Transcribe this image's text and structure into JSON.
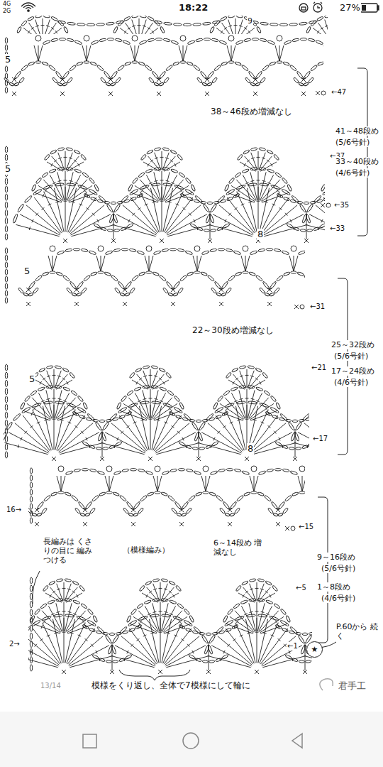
{
  "diagram": {
    "nodes": [
      {
        "text": [
          "★"
        ]
      }
    ],
    "labels": [
      "4G",
      "2G",
      "18:22",
      "27%",
      "9",
      "5",
      "←47",
      "38～46段め増減なし",
      "41～48段め",
      "(5/6号針)",
      "5",
      "←37",
      "33～40段め",
      "(4/6号針)",
      "←35",
      "8",
      "←33",
      "5",
      "←31",
      "22～30段め増減なし",
      "25～32段め",
      "(5/6号針)",
      "5",
      "←21",
      "17～24段め",
      "(4/6号針)",
      "8",
      "←17",
      "16→",
      "←15",
      "長編みは くさりの目に 編みつける",
      "（模様編み）",
      "6～14段め 増減なし",
      "9～16段め",
      "(5/6号針)",
      "←5",
      "1～8段め",
      "(4/6号針)",
      "2→",
      "←1",
      "P.60から 続く",
      "模様をくり返し、全体で7模様にして輪に",
      "13/14",
      "君手工"
    ]
  }
}
